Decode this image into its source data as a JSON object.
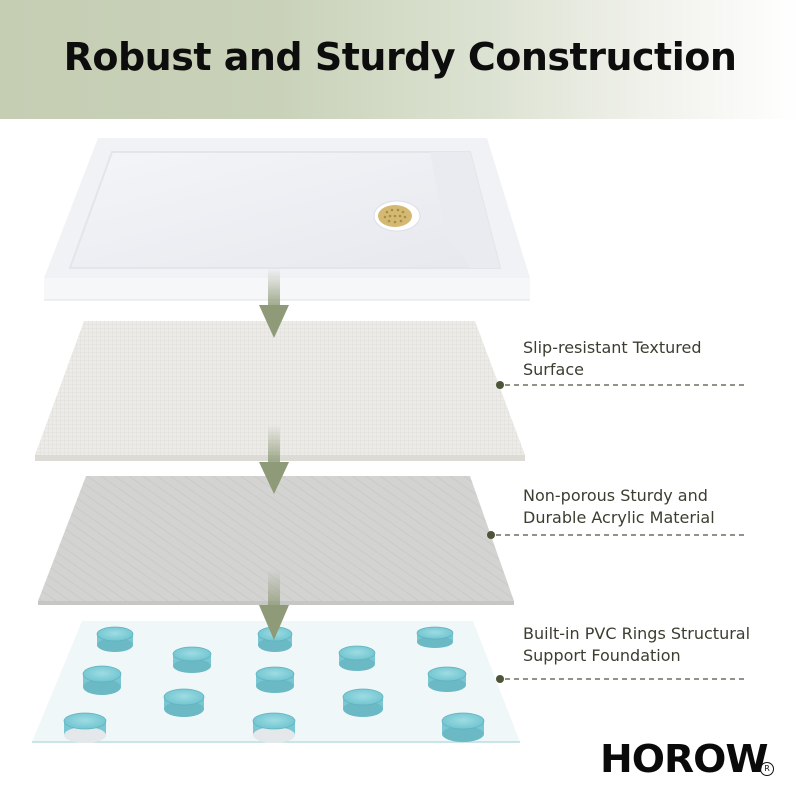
{
  "header": {
    "title": "Robust and Sturdy Construction",
    "gradient_start": "#c5ceb3",
    "gradient_end": "#ffffff"
  },
  "layers": [
    {
      "name": "shower-base",
      "description": "White acrylic shower base with gold drain"
    },
    {
      "name": "textured-surface",
      "label_line1": "Slip-resistant Textured",
      "label_line2": "Surface"
    },
    {
      "name": "acrylic-material",
      "label_line1": "Non-porous Sturdy and",
      "label_line2": "Durable Acrylic Material"
    },
    {
      "name": "pvc-rings",
      "label_line1": "Built-in PVC Rings Structural",
      "label_line2": "Support Foundation"
    }
  ],
  "colors": {
    "arrow": "#8f9b78",
    "callout_dot": "#4d5538",
    "label_text": "#3b3e31",
    "pvc_ring": "#7fcfd8",
    "drain": "#d4b972"
  },
  "brand": {
    "logo_text": "HOROW",
    "registered_mark": "R"
  }
}
